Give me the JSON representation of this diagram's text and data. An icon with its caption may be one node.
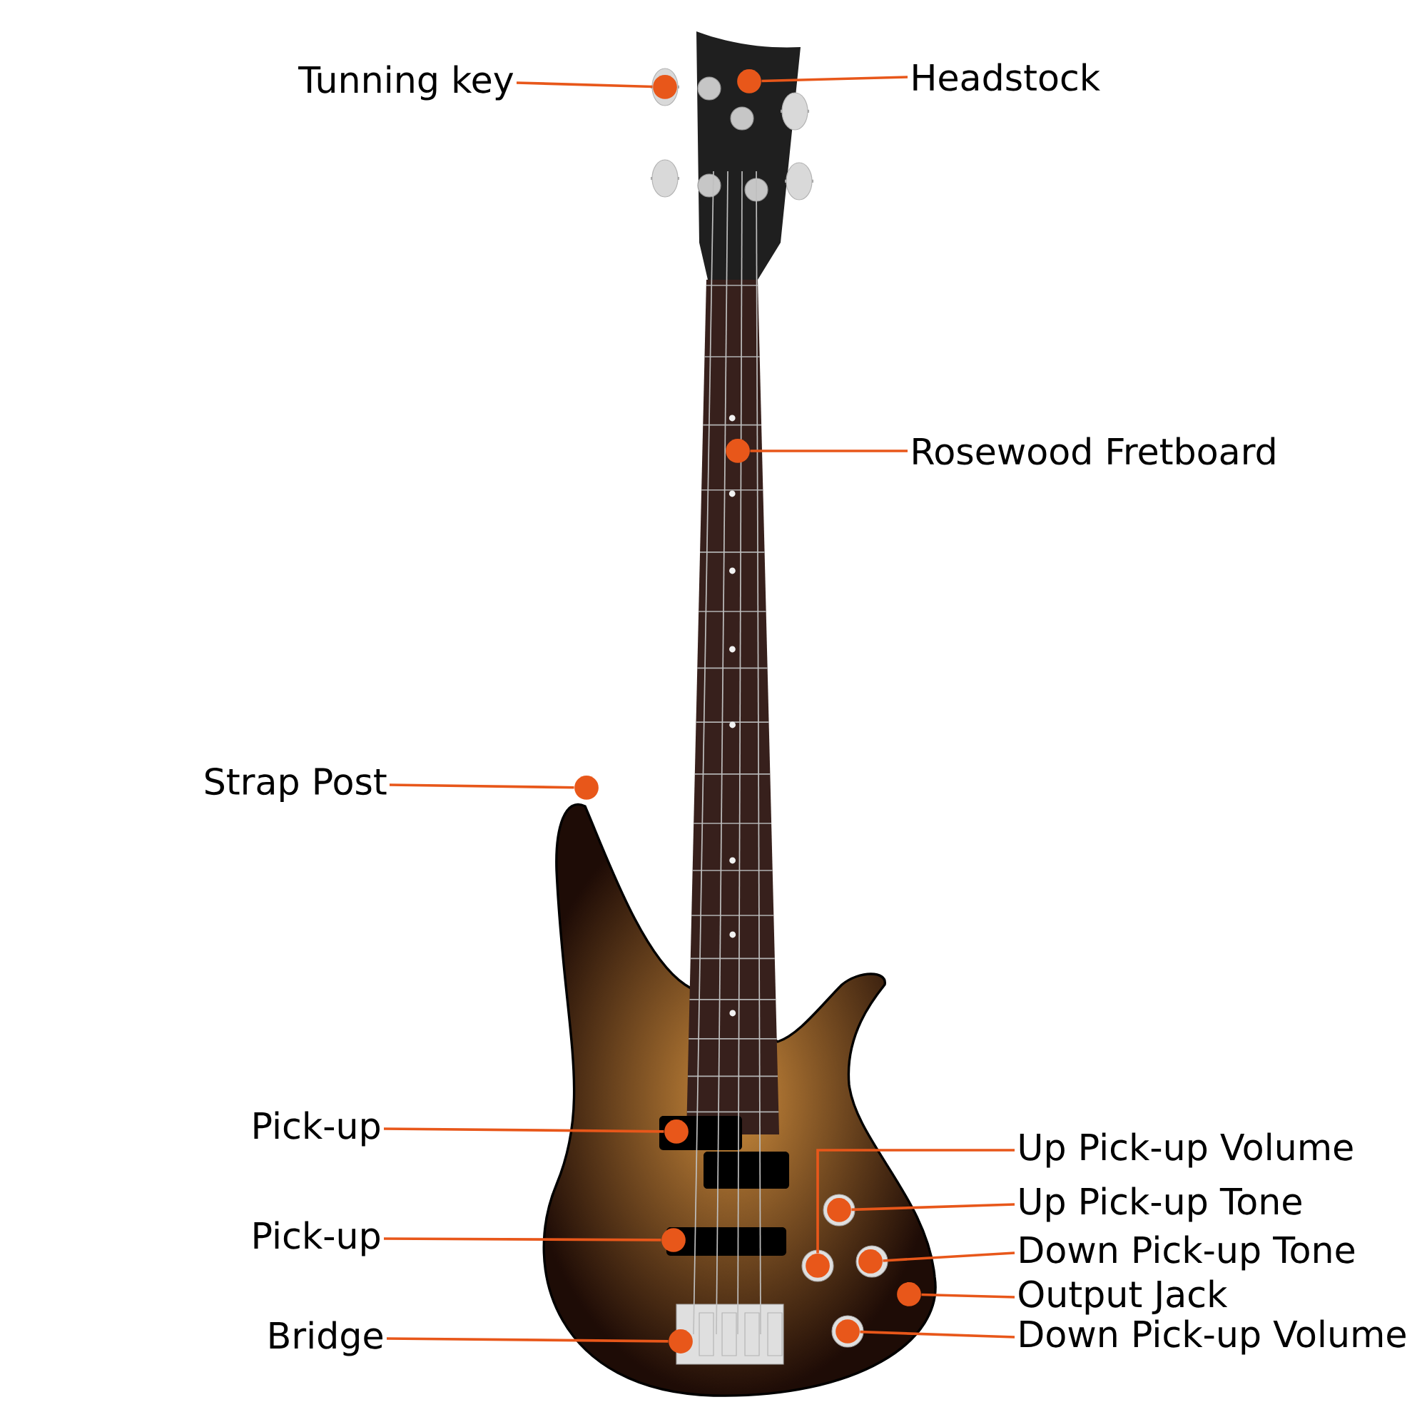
{
  "diagram": {
    "nodes": [
      {
        "text": [
          "Tunning key"
        ]
      },
      {
        "text": [
          "Headstock"
        ]
      },
      {
        "text": [
          "Rosewood Fretboard"
        ]
      },
      {
        "text": [
          "Strap Post"
        ]
      },
      {
        "text": [
          "Pick-up"
        ]
      },
      {
        "text": [
          "Up Pick-up Volume"
        ]
      },
      {
        "text": [
          "Up Pick-up Tone"
        ]
      },
      {
        "text": [
          "Pick-up"
        ]
      },
      {
        "text": [
          "Down Pick-up Tone"
        ]
      },
      {
        "text": [
          "Output Jack"
        ]
      },
      {
        "text": [
          "Bridge"
        ]
      },
      {
        "text": [
          "Down Pick-up Volume"
        ]
      },
      {
        "text": [],
        "shape": "circle"
      },
      {
        "text": [],
        "shape": "circle"
      },
      {
        "text": [],
        "shape": "circle"
      },
      {
        "text": [],
        "shape": "circle"
      },
      {
        "text": [],
        "shape": "circle"
      },
      {
        "text": [],
        "shape": "circle"
      },
      {
        "text": [],
        "shape": "circle"
      },
      {
        "text": [],
        "shape": "circle"
      },
      {
        "text": [],
        "shape": "circle"
      },
      {
        "text": [],
        "shape": "circle"
      },
      {
        "text": [],
        "shape": "circle"
      },
      {
        "text": [],
        "shape": "circle"
      }
    ],
    "edges": [
      {
        "from": 0,
        "to": 12,
        "arrow": "none"
      },
      {
        "from": 1,
        "to": 13,
        "arrow": "none"
      },
      {
        "from": 2,
        "to": 14,
        "arrow": "none"
      },
      {
        "from": 3,
        "to": 15,
        "arrow": "none"
      },
      {
        "from": 4,
        "to": 16,
        "arrow": "none"
      },
      {
        "from": 5,
        "to": 17,
        "arrow": "none"
      },
      {
        "from": 6,
        "to": 18,
        "arrow": "none"
      },
      {
        "from": 7,
        "to": 19,
        "arrow": "none"
      },
      {
        "from": 8,
        "to": 20,
        "arrow": "none"
      },
      {
        "from": 9,
        "to": 21,
        "arrow": "none"
      },
      {
        "from": 10,
        "to": 22,
        "arrow": "none"
      },
      {
        "from": 11,
        "to": 23,
        "arrow": "none"
      }
    ]
  }
}
